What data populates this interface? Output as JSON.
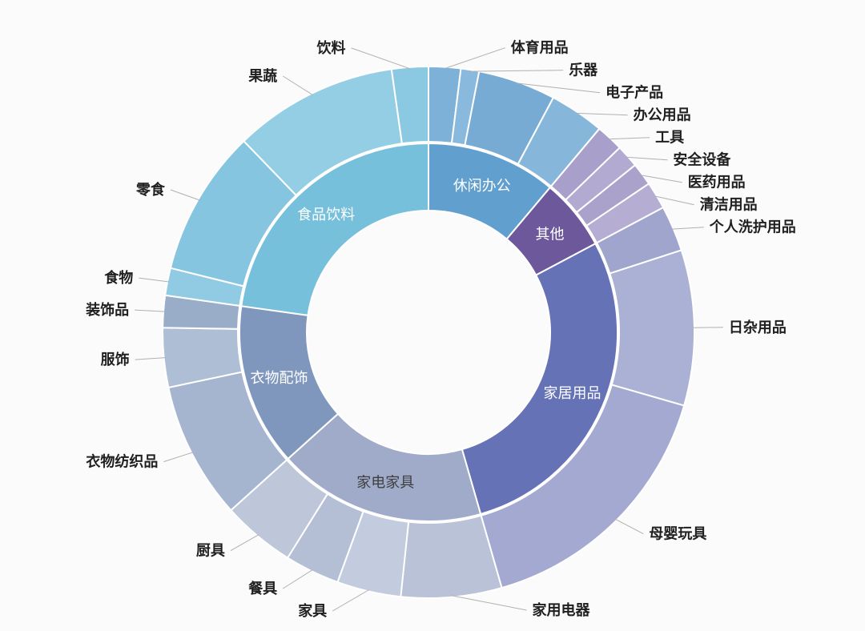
{
  "chart_data": {
    "type": "pie",
    "subtype": "sunburst-two-ring-donut",
    "note": "Two-level donut (sunburst). No numeric value labels shown in image; values are relative shares estimated from arc angles (in degrees, total 360).",
    "center": [
      535,
      415
    ],
    "radii": {
      "hole": 152,
      "split": 238,
      "outer": 332
    },
    "segment_border_color": "#ffffff",
    "leader_line_color": "#b0b0b0",
    "outer_label_color": "#1f1f1f",
    "legend": "none",
    "categories": [
      {
        "name": "休闲办公",
        "value": 40,
        "color": "#619fce",
        "label_color": "#ffffff",
        "children": [
          {
            "name": "体育用品",
            "value": 7,
            "color": "#7eb1d8"
          },
          {
            "name": "乐器",
            "value": 4,
            "color": "#89b9dc"
          },
          {
            "name": "电子产品",
            "value": 17,
            "color": "#78abd4"
          },
          {
            "name": "办公用品",
            "value": 12,
            "color": "#86b6da"
          }
        ]
      },
      {
        "name": "其他",
        "value": 22,
        "color": "#6d589b",
        "label_color": "#ffffff",
        "children": [
          {
            "name": "工具",
            "value": 6,
            "color": "#a89fca"
          },
          {
            "name": "安全设备",
            "value": 5,
            "color": "#b2aad0"
          },
          {
            "name": "医药用品",
            "value": 5,
            "color": "#aba2cc"
          },
          {
            "name": "清洁用品",
            "value": 6,
            "color": "#b5add2"
          }
        ]
      },
      {
        "name": "家居用品",
        "value": 102,
        "color": "#6572b5",
        "label_color": "#ffffff",
        "children": [
          {
            "name": "个人洗护用品",
            "value": 10,
            "color": "#9fa5cd"
          },
          {
            "name": "日杂用品",
            "value": 34,
            "color": "#abb0d5"
          },
          {
            "name": "母婴玩具",
            "value": 58,
            "color": "#a3a9d1"
          }
        ]
      },
      {
        "name": "家电家具",
        "value": 64,
        "color": "#a0abc9",
        "label_color": "#3f3f3f",
        "children": [
          {
            "name": "家用电器",
            "value": 22,
            "color": "#bac2d8"
          },
          {
            "name": "家具",
            "value": 14,
            "color": "#c3cbde"
          },
          {
            "name": "餐具",
            "value": 12,
            "color": "#b4bed5"
          },
          {
            "name": "厨具",
            "value": 16,
            "color": "#bec6da"
          }
        ]
      },
      {
        "name": "衣物配饰",
        "value": 50,
        "color": "#8097bd",
        "label_color": "#ffffff",
        "children": [
          {
            "name": "衣物纺织品",
            "value": 30,
            "color": "#a5b5cf"
          },
          {
            "name": "服饰",
            "value": 13,
            "color": "#aebed5"
          },
          {
            "name": "装饰品",
            "value": 7,
            "color": "#99adc9"
          }
        ]
      },
      {
        "name": "食品饮料",
        "value": 82,
        "color": "#77c0dc",
        "label_color": "#ffffff",
        "children": [
          {
            "name": "食物",
            "value": 6,
            "color": "#90cae3"
          },
          {
            "name": "零食",
            "value": 32,
            "color": "#86c5e0"
          },
          {
            "name": "果蔬",
            "value": 36,
            "color": "#94cee5"
          },
          {
            "name": "饮料",
            "value": 8,
            "color": "#8bc8e2"
          }
        ]
      }
    ]
  }
}
